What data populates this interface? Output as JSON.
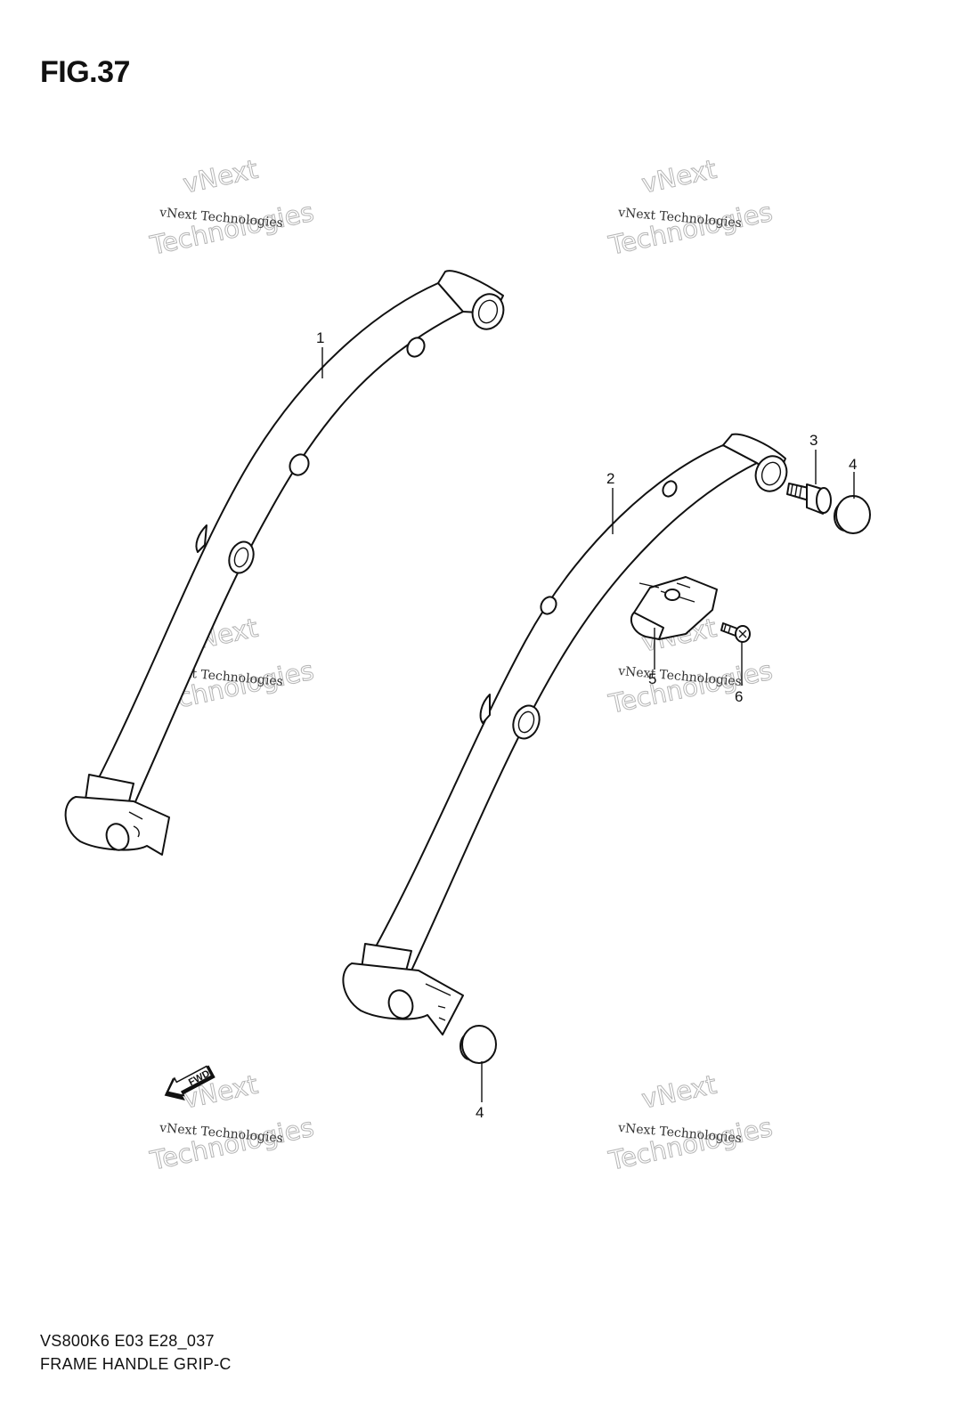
{
  "figure": {
    "title": "FIG.37"
  },
  "callouts": [
    {
      "id": "1",
      "label": "1"
    },
    {
      "id": "2",
      "label": "2"
    },
    {
      "id": "3",
      "label": "3"
    },
    {
      "id": "4a",
      "label": "4"
    },
    {
      "id": "4b",
      "label": "4"
    },
    {
      "id": "5",
      "label": "5"
    },
    {
      "id": "6",
      "label": "6"
    }
  ],
  "fwd_arrow": {
    "label": "FWD"
  },
  "watermark": {
    "line1": "vNext Technologies",
    "line2": "vNext",
    "line3": "Technologies"
  },
  "footer": {
    "model_code": "VS800K6 E03 E28_037",
    "part_name": "FRAME HANDLE GRIP-C"
  }
}
